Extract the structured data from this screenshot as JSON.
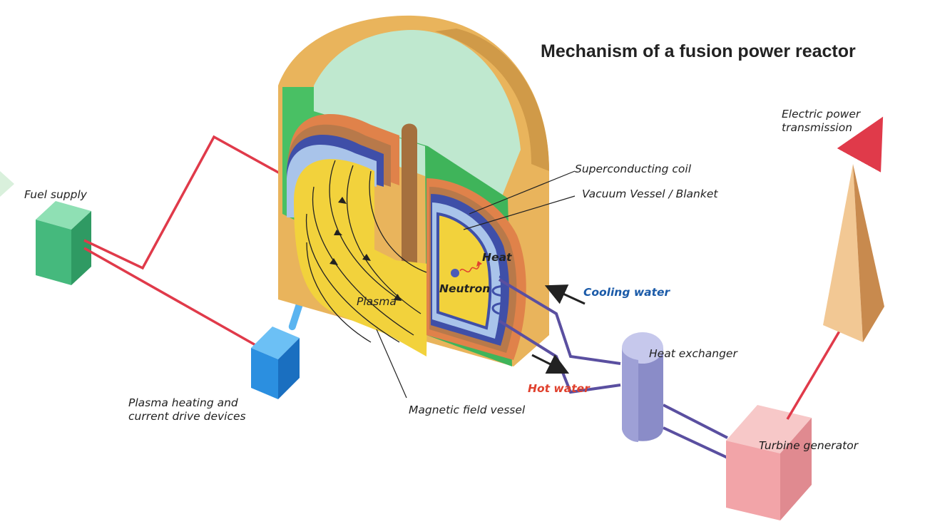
{
  "title": "Mechanism of a fusion power reactor",
  "labels": {
    "fuel_supply": "Fuel supply",
    "plasma_heating_line1": "Plasma heating and",
    "plasma_heating_line2": "current drive devices",
    "plasma": "Plasma",
    "magnetic_field_vessel": "Magnetic field vessel",
    "superconducting_coil": "Superconducting coil",
    "vacuum_vessel_blanket": "Vacuum Vessel / Blanket",
    "heat": "Heat",
    "neutron": "Neutron",
    "cooling_water": "Cooling water",
    "hot_water": "Hot water",
    "heat_exchanger": "Heat exchanger",
    "turbine_generator": "Turbine generator",
    "electric_power_line1": "Electric power",
    "electric_power_line2": "transmission"
  },
  "colors": {
    "reactor_outer": "#e9b45c",
    "reactor_top": "#bfe8cf",
    "reactor_green": "#3fb45a",
    "coil_orange": "#e0824a",
    "coil_brown": "#b8794a",
    "vessel_blue": "#3f4fa8",
    "vessel_lightblue": "#a9c4ea",
    "plasma_yellow": "#f2d23c",
    "fuel_box": "#4fc48a",
    "heating_box": "#2b8fe0",
    "heat_exchanger": "#8a8cc8",
    "turbine": "#f2a4a8",
    "pyramid": "#e8b47a",
    "energy_arrow": "#e03a4a",
    "water_pipe": "#5a4fa0"
  }
}
